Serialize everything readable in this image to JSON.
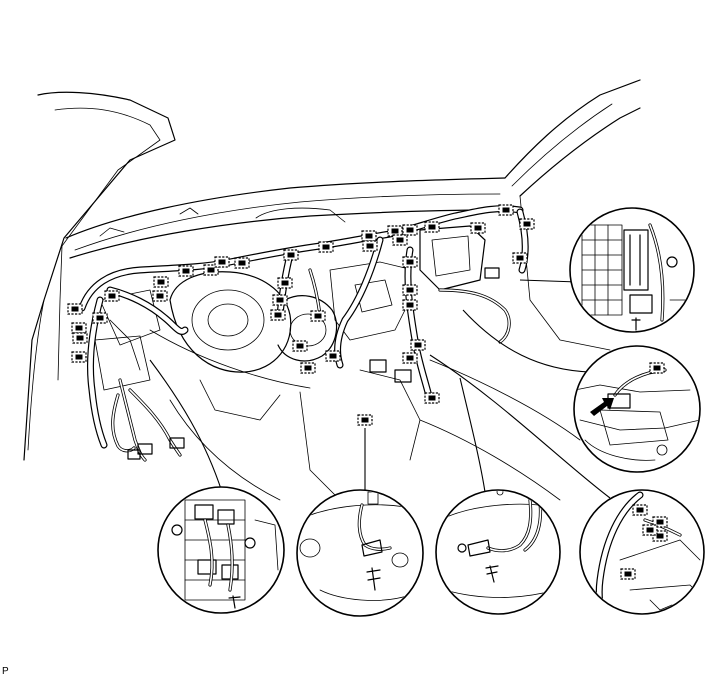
{
  "figure": {
    "reference_code": "P"
  },
  "colors": {
    "line": "#000000",
    "background": "#ffffff"
  },
  "clips": {
    "main_count": 38,
    "detail_count": 6
  }
}
